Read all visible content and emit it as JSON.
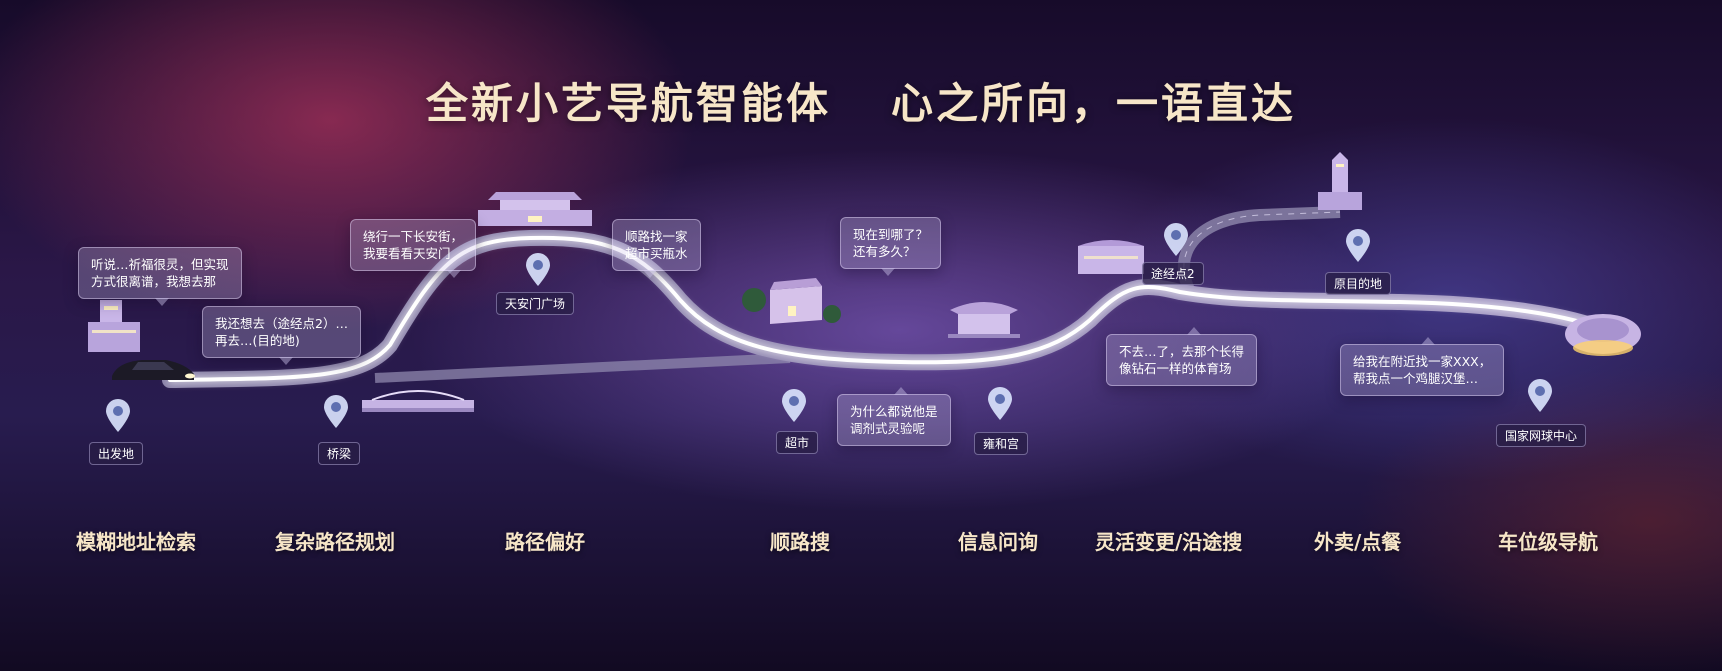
{
  "title": {
    "left": "全新小艺导航智能体",
    "right": "心之所向，一语直达"
  },
  "bubbles": {
    "b1": [
      "听说…祈福很灵，但实现",
      "方式很离谱，我想去那"
    ],
    "b2": [
      "我还想去（途经点2）…",
      "再去…(目的地)"
    ],
    "b3": [
      "绕行一下长安街，",
      "我要看看天安门"
    ],
    "b4": [
      "顺路找一家",
      "超市买瓶水"
    ],
    "b5": [
      "现在到哪了？",
      "还有多久？"
    ],
    "b6": [
      "为什么都说他是",
      "调剂式灵验呢"
    ],
    "b7": [
      "不去…了，去那个长得",
      "像钻石一样的体育场"
    ],
    "b8": [
      "给我在附近找一家XXX，",
      "帮我点一个鸡腿汉堡…"
    ]
  },
  "locations": {
    "start": "出发地",
    "bridge": "桥梁",
    "tiananmen": "天安门广场",
    "supermarket": "超市",
    "temple": "雍和宫",
    "waypoint2": "途经点2",
    "original_dest": "原目的地",
    "tennis": "国家网球中心"
  },
  "features": [
    "模糊地址检索",
    "复杂路径规划",
    "路径偏好",
    "顺路搜",
    "信息问询",
    "灵活变更/沿途搜",
    "外卖/点餐",
    "车位级导航"
  ],
  "colors": {
    "title": "#f7e6c8",
    "route_glow": "#ffffff",
    "pin": "#dbe6ff"
  }
}
